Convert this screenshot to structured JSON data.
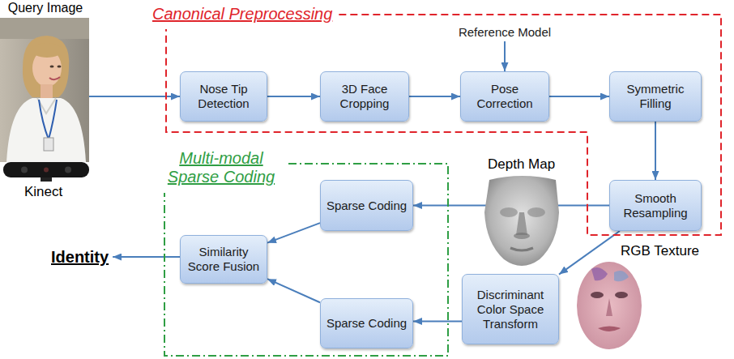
{
  "diagram": {
    "nodes": [
      {
        "text": [
          "Query Image"
        ]
      },
      {
        "text": [
          "Canonical Preprocessing"
        ]
      },
      {
        "text": [
          "Reference Model"
        ],
        "in": 1
      },
      {
        "text": [
          "Nose Tip Detection"
        ],
        "in": 1
      },
      {
        "text": [
          "3D Face Cropping"
        ],
        "in": 1
      },
      {
        "text": [
          "Pose Correction"
        ],
        "in": 1
      },
      {
        "text": [
          "Symmetric Filling"
        ],
        "in": 1
      },
      {
        "text": [
          "Smooth Resampling"
        ],
        "in": 1
      },
      {
        "text": [
          "Multi-modal Sparse Coding"
        ]
      },
      {
        "text": [
          "Sparse Coding"
        ],
        "in": 8
      },
      {
        "text": [
          "Similarity Score Fusion"
        ],
        "in": 8
      },
      {
        "text": [
          "Sparse Coding"
        ],
        "in": 8
      },
      {
        "text": [
          "Discriminant Color Space Transform"
        ]
      },
      {
        "text": [
          "Identity"
        ]
      }
    ],
    "edges": [
      {
        "from": 0,
        "to": 3,
        "arrow": "to"
      },
      {
        "from": 2,
        "to": 5,
        "arrow": "to"
      },
      {
        "from": 3,
        "to": 4,
        "arrow": "to"
      },
      {
        "from": 4,
        "to": 5,
        "arrow": "to"
      },
      {
        "from": 5,
        "to": 6,
        "arrow": "to"
      },
      {
        "from": 6,
        "to": 7,
        "arrow": "to"
      },
      {
        "from": 7,
        "to": 9,
        "arrow": "to"
      },
      {
        "from": 9,
        "to": 10,
        "arrow": "to"
      },
      {
        "from": 7,
        "to": 12,
        "arrow": "to"
      },
      {
        "from": 12,
        "to": 11,
        "arrow": "to"
      },
      {
        "from": 11,
        "to": 10,
        "arrow": "to"
      },
      {
        "from": 10,
        "to": 13,
        "arrow": "to"
      }
    ],
    "labels": [
      "Kinect",
      "Depth Map",
      "RGB Texture"
    ]
  }
}
